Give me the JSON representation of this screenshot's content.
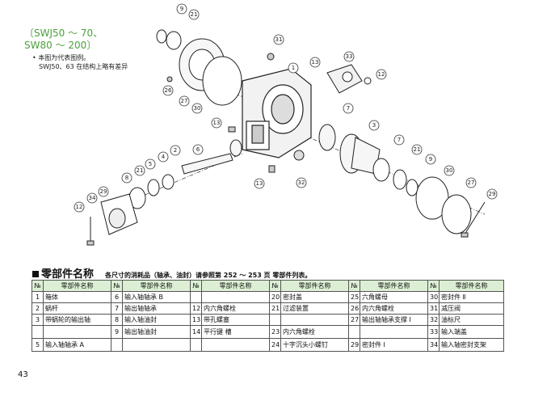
{
  "series": {
    "line1": "〔SWJ50 ～ 70、",
    "line2": "SW80 ～ 200〕"
  },
  "note": {
    "line1": "• 本图为代表图例。",
    "line2": "SWJ50、63 在结构上略有差异"
  },
  "callouts": [
    "9",
    "21",
    "31",
    "1",
    "13",
    "33",
    "12",
    "26",
    "27",
    "30",
    "7",
    "3",
    "6",
    "2",
    "4",
    "5",
    "21",
    "8",
    "29",
    "34",
    "12",
    "13",
    "32",
    "7",
    "21",
    "9",
    "30",
    "27",
    "29",
    "13"
  ],
  "section": {
    "title": "零部件名称",
    "subtitle": "各尺寸的消耗品（轴承、油封）请参照第 252 ～ 253 页 零部件列表。"
  },
  "table": {
    "no_header": "№",
    "name_header": "零部件名称",
    "rows": [
      [
        [
          "1",
          "箱体"
        ],
        [
          "6",
          "输入轴轴承 B"
        ],
        [
          "",
          ""
        ],
        [
          "20",
          "密封盖"
        ],
        [
          "25",
          "六角螺母"
        ],
        [
          "30",
          "密封件 Ⅱ"
        ]
      ],
      [
        [
          "2",
          "蜗杆"
        ],
        [
          "7",
          "输出轴轴承"
        ],
        [
          "12",
          "内六角螺栓"
        ],
        [
          "21",
          "过滤装置"
        ],
        [
          "26",
          "内六角螺栓"
        ],
        [
          "31",
          "减压阀"
        ]
      ],
      [
        [
          "3",
          "带蜗轮的输出轴"
        ],
        [
          "8",
          "输入轴油封"
        ],
        [
          "13",
          "带孔螺塞"
        ],
        [
          "",
          ""
        ],
        [
          "27",
          "输出轴轴承支撑 Ⅰ"
        ],
        [
          "32",
          "油标尺"
        ]
      ],
      [
        [
          "",
          ""
        ],
        [
          "9",
          "输出轴油封"
        ],
        [
          "14",
          "平行键 槽"
        ],
        [
          "23",
          "内六角螺栓"
        ],
        [
          "",
          ""
        ],
        [
          "33",
          "输入端盖"
        ]
      ],
      [
        [
          "5",
          "输入轴轴承 A"
        ],
        [
          "",
          ""
        ],
        [
          "",
          ""
        ],
        [
          "24",
          "十字沉头小螺钉"
        ],
        [
          "29",
          "密封件 Ⅰ"
        ],
        [
          "34",
          "输入轴密封支架"
        ]
      ]
    ]
  },
  "page_number": "43"
}
